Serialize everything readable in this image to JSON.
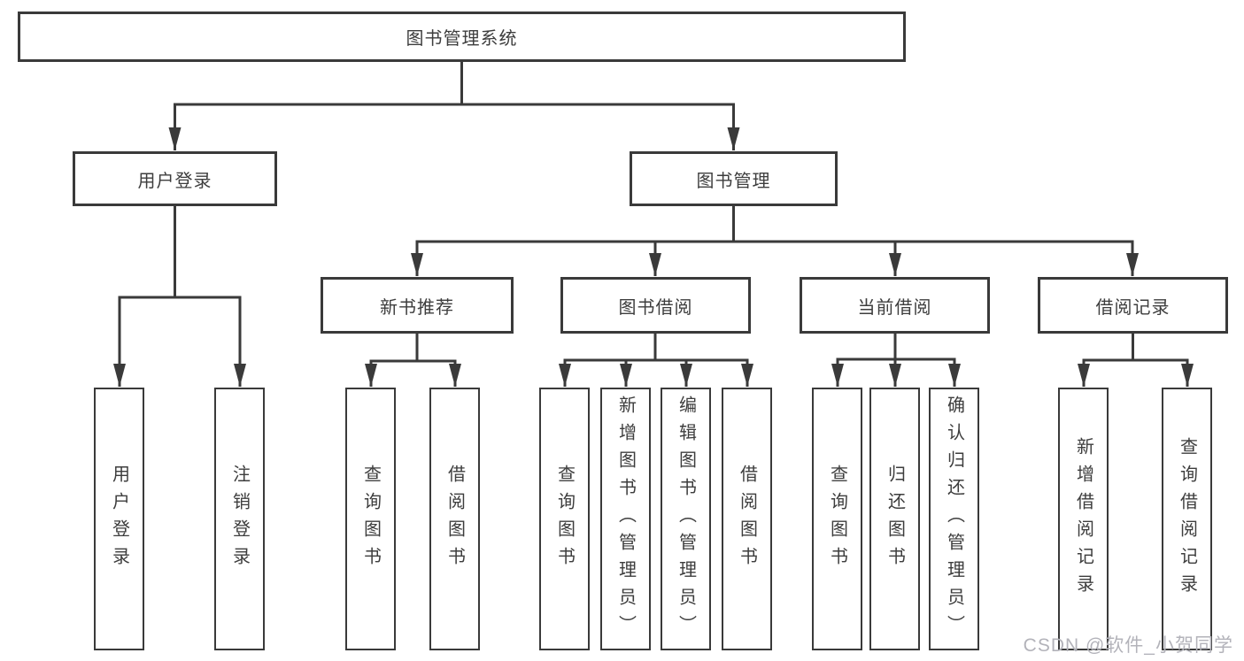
{
  "diagram": {
    "tree": {
      "label": "图书管理系统",
      "children": [
        {
          "label": "用户登录",
          "children": [
            {
              "label": "用户登录"
            },
            {
              "label": "注销登录"
            }
          ]
        },
        {
          "label": "图书管理",
          "children": [
            {
              "label": "新书推荐",
              "children": [
                {
                  "label": "查询图书"
                },
                {
                  "label": "借阅图书"
                }
              ]
            },
            {
              "label": "图书借阅",
              "children": [
                {
                  "label": "查询图书"
                },
                {
                  "label": "新增图书（管理员）"
                },
                {
                  "label": "编辑图书（管理员）"
                },
                {
                  "label": "借阅图书"
                }
              ]
            },
            {
              "label": "当前借阅",
              "children": [
                {
                  "label": "查询图书"
                },
                {
                  "label": "归还图书"
                },
                {
                  "label": "确认归还（管理员）"
                }
              ]
            },
            {
              "label": "借阅记录",
              "children": [
                {
                  "label": "新增借阅记录"
                },
                {
                  "label": "查询借阅记录"
                }
              ]
            }
          ]
        }
      ]
    },
    "watermark": "CSDN @软件_小贺同学",
    "colors": {
      "line": "#3a3a3a",
      "box_border": "#3a3a3a",
      "box_fill": "#ffffff",
      "text": "#3d3d3d",
      "watermark": "#b3b3ba"
    }
  }
}
